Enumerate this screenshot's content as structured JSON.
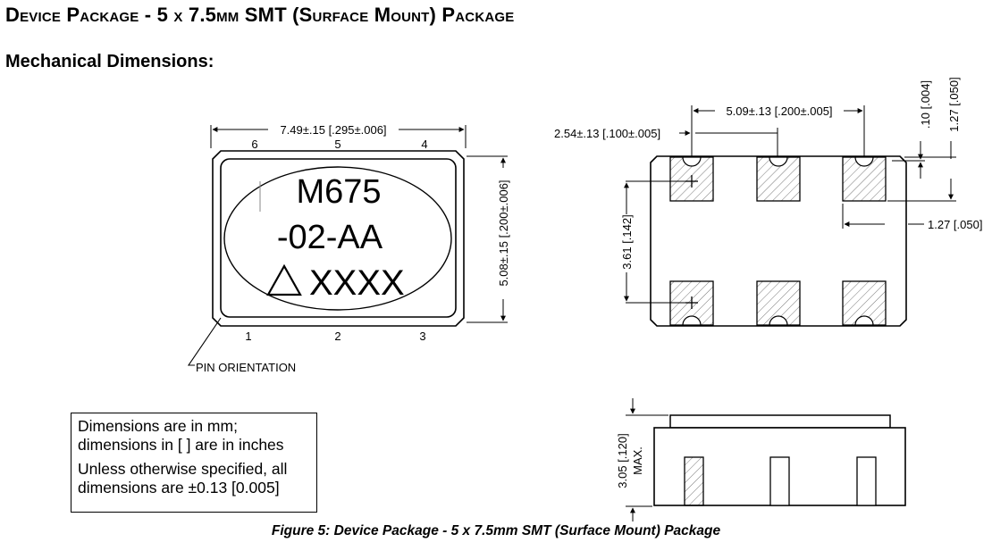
{
  "header": {
    "title": "Device Package - 5 x 7.5mm SMT (Surface Mount) Package",
    "subtitle": "Mechanical Dimensions:"
  },
  "top_view": {
    "width_dim": "7.49±.15 [.295±.006]",
    "height_dim": "5.08±.15 [.200±.006]",
    "pins_top": [
      "6",
      "5",
      "4"
    ],
    "pins_bottom": [
      "1",
      "2",
      "3"
    ],
    "marking": {
      "line1": "M675",
      "line2": "-02-AA",
      "line3": "XXXX"
    },
    "pin_orientation": "PIN ORIENTATION"
  },
  "pad_view": {
    "pad_pitch_dim": "5.09±.13 [.200±.005]",
    "pad_width_dim": "2.54±.13 [.100±.005]",
    "pad_height_dim": "3.61 [.142]",
    "gap_dim": ".10 [.004]",
    "edge_dim_vertical": "1.27 [.050]",
    "edge_dim_horizontal": "1.27 [.050]"
  },
  "side_view": {
    "height_dim": "3.05 [.120]",
    "height_note": "MAX."
  },
  "notes": {
    "line1": "Dimensions are in mm;",
    "line2": "dimensions in [ ] are in inches",
    "line3": "Unless otherwise specified, all",
    "line4": "dimensions are ±0.13 [0.005]"
  },
  "caption": "Figure 5: Device Package - 5 x 7.5mm SMT (Surface Mount) Package"
}
